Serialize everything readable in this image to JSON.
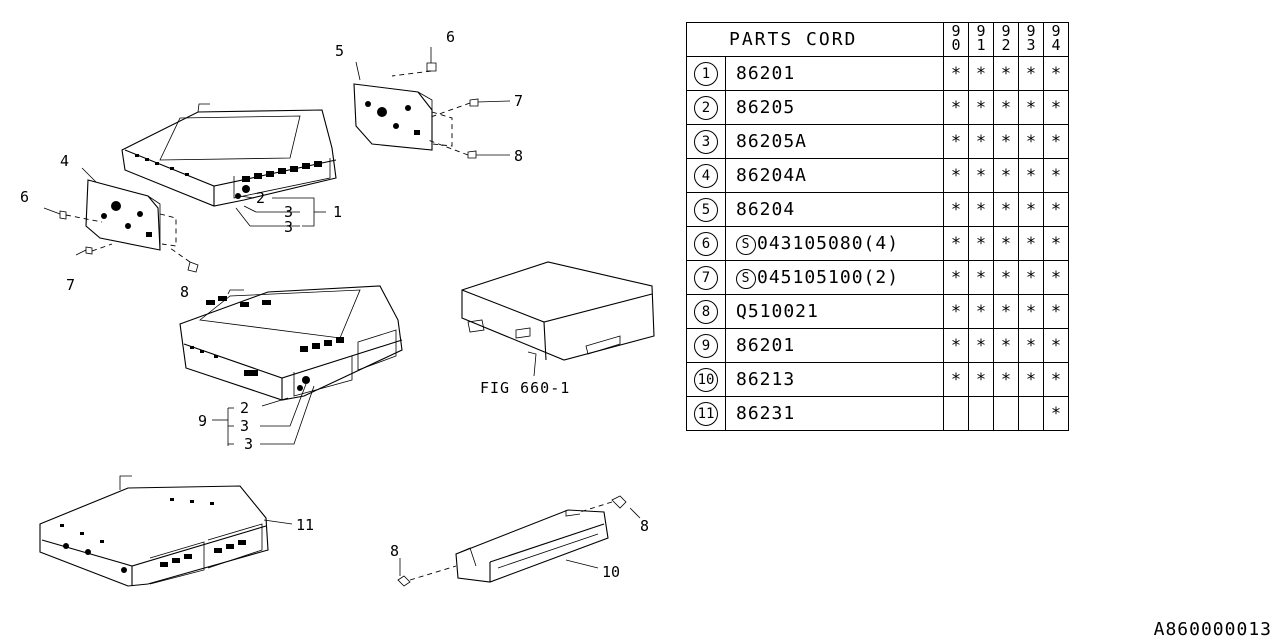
{
  "figure_ref": "FIG 660-1",
  "doc_code": "A860000013",
  "callouts": {
    "c1": "1",
    "c2a": "2",
    "c3a": "3",
    "c3b": "3",
    "c4": "4",
    "c5": "5",
    "c6a": "6",
    "c6b": "6",
    "c7a": "7",
    "c7b": "7",
    "c8a": "8",
    "c8b": "8",
    "c8c": "8",
    "c8d": "8",
    "c9": "9",
    "c2b": "2",
    "c3c": "3",
    "c3d": "3",
    "c10": "10",
    "c11": "11"
  },
  "table": {
    "header": "PARTS CORD",
    "years": [
      "90",
      "91",
      "92",
      "93",
      "94"
    ],
    "rows": [
      {
        "idx": "1",
        "prefix": "",
        "code": "86201",
        "marks": [
          "*",
          "*",
          "*",
          "*",
          "*"
        ]
      },
      {
        "idx": "2",
        "prefix": "",
        "code": "86205",
        "marks": [
          "*",
          "*",
          "*",
          "*",
          "*"
        ]
      },
      {
        "idx": "3",
        "prefix": "",
        "code": "86205A",
        "marks": [
          "*",
          "*",
          "*",
          "*",
          "*"
        ]
      },
      {
        "idx": "4",
        "prefix": "",
        "code": "86204A",
        "marks": [
          "*",
          "*",
          "*",
          "*",
          "*"
        ]
      },
      {
        "idx": "5",
        "prefix": "",
        "code": "86204",
        "marks": [
          "*",
          "*",
          "*",
          "*",
          "*"
        ]
      },
      {
        "idx": "6",
        "prefix": "S",
        "code": "043105080(4)",
        "marks": [
          "*",
          "*",
          "*",
          "*",
          "*"
        ]
      },
      {
        "idx": "7",
        "prefix": "S",
        "code": "045105100(2)",
        "marks": [
          "*",
          "*",
          "*",
          "*",
          "*"
        ]
      },
      {
        "idx": "8",
        "prefix": "",
        "code": "Q510021",
        "marks": [
          "*",
          "*",
          "*",
          "*",
          "*"
        ]
      },
      {
        "idx": "9",
        "prefix": "",
        "code": "86201",
        "marks": [
          "*",
          "*",
          "*",
          "*",
          "*"
        ]
      },
      {
        "idx": "10",
        "prefix": "",
        "code": "86213",
        "marks": [
          "*",
          "*",
          "*",
          "*",
          "*"
        ]
      },
      {
        "idx": "11",
        "prefix": "",
        "code": "86231",
        "marks": [
          "",
          "",
          "",
          "",
          "*"
        ]
      }
    ]
  }
}
